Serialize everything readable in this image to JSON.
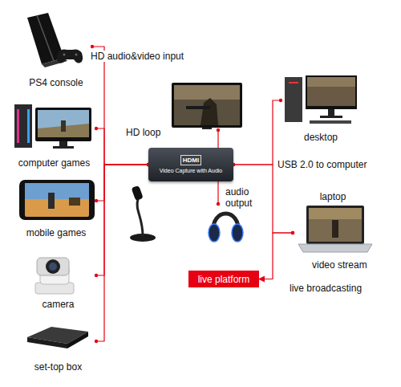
{
  "diagram": {
    "nodes": [
      {
        "text": [
          "PS4 console"
        ]
      },
      {
        "text": [
          "computer games"
        ]
      },
      {
        "text": [
          "mobile games"
        ]
      },
      {
        "text": [
          "camera"
        ]
      },
      {
        "text": [
          "set-top box"
        ]
      },
      {
        "text": [
          "HDMI",
          "Video Capture with Audio"
        ]
      },
      {
        "text": [
          "desktop"
        ]
      },
      {
        "text": [
          "laptop"
        ]
      },
      {
        "text": [
          "live platform"
        ]
      }
    ],
    "edges": [
      {
        "from": 0,
        "to": 5,
        "arrow": "none"
      },
      {
        "from": 1,
        "to": 5,
        "arrow": "none"
      },
      {
        "from": 2,
        "to": 5,
        "arrow": "none"
      },
      {
        "from": 3,
        "to": 5,
        "arrow": "none"
      },
      {
        "from": 4,
        "to": 5,
        "arrow": "none"
      },
      {
        "from": 5,
        "to": 6,
        "arrow": "none"
      },
      {
        "from": 5,
        "to": 7,
        "arrow": "none"
      },
      {
        "from": 7,
        "to": 8,
        "arrow": "to"
      }
    ],
    "labels": [
      "HD audio&video input",
      "HD loop",
      "audio output",
      "USB 2.0 to computer",
      "video stream",
      "live broadcasting"
    ]
  }
}
